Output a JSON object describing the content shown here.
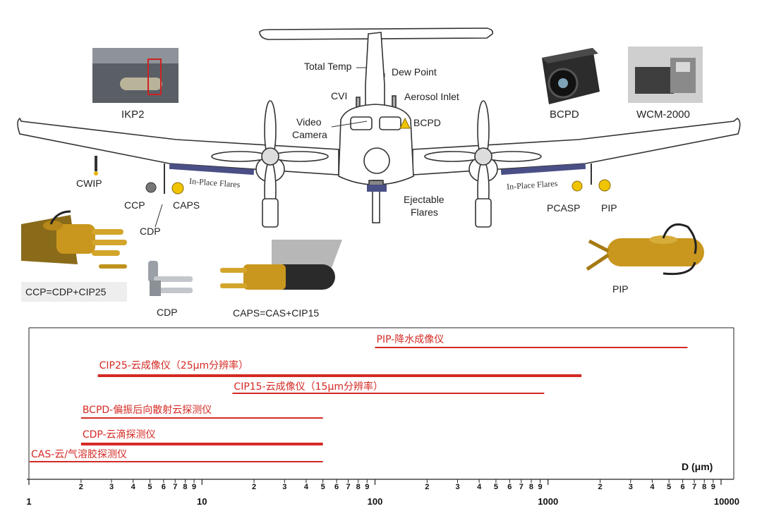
{
  "aircraft": {
    "labels": {
      "total_temp": "Total Temp",
      "dew_point": "Dew Point",
      "cvi": "CVI",
      "aerosol_inlet": "Aerosol Inlet",
      "video_camera_1": "Video",
      "video_camera_2": "Camera",
      "bcpd_nose": "BCPD",
      "cwip": "CWIP",
      "ccp": "CCP",
      "caps": "CAPS",
      "cdp": "CDP",
      "ejectable_1": "Ejectable",
      "ejectable_2": "Flares",
      "pcasp": "PCASP",
      "pip": "PIP",
      "flares_left": "In-Place Flares",
      "flares_right": "In-Place Flares"
    },
    "photo_captions": {
      "ikp2": "IKP2",
      "bcpd": "BCPD",
      "wcm": "WCM-2000",
      "ccp": "CCP=CDP+CIP25",
      "cdp": "CDP",
      "caps": "CAPS=CAS+CIP15",
      "pip": "PIP"
    }
  },
  "chart_data": {
    "type": "range-bars",
    "x_scale": "log",
    "xlim": [
      1,
      10000
    ],
    "xlabel": "D (μm)",
    "decade_labels": [
      "1",
      "10",
      "100",
      "1000",
      "10000"
    ],
    "minor_labels": [
      "2",
      "3",
      "4",
      "5",
      "6",
      "7",
      "8",
      "9"
    ],
    "series": [
      {
        "name": "PIP-降水成像仪",
        "range": [
          100,
          6400
        ],
        "thick": false
      },
      {
        "name": "CIP25-云成像仪（25μm分辨率）",
        "range": [
          2.5,
          1560
        ],
        "thick": true
      },
      {
        "name": "CIP15-云成像仪（15μm分辨率）",
        "range": [
          15,
          950
        ],
        "thick": false
      },
      {
        "name": "BCPD-偏振后向散射云探测仪",
        "range": [
          2,
          50
        ],
        "thick": false
      },
      {
        "name": "CDP-云滴探测仪",
        "range": [
          2,
          50
        ],
        "thick": true
      },
      {
        "name": "CAS-云/气溶胶探测仪",
        "range": [
          1,
          50
        ],
        "thick": false
      }
    ],
    "bar_color": "#d42a24"
  }
}
